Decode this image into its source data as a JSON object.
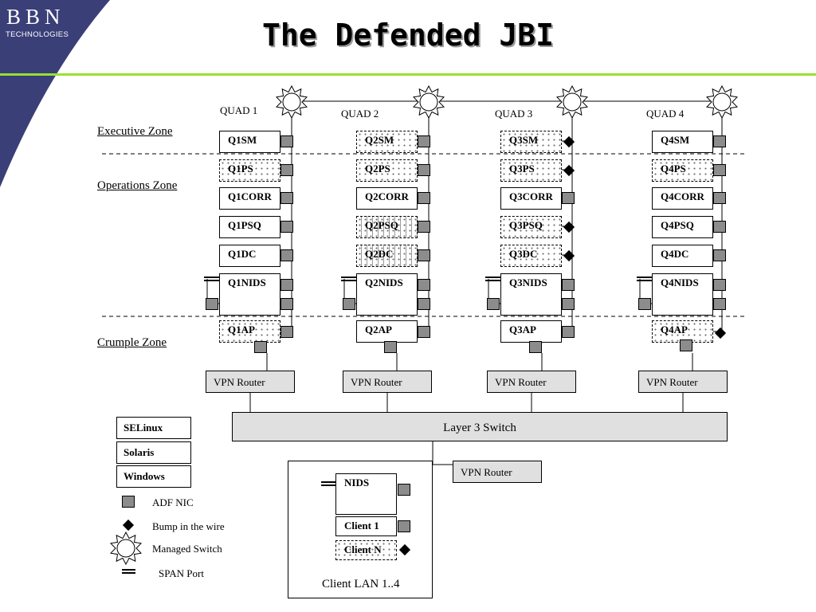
{
  "logo": {
    "main": "BBN",
    "sub": "TECHNOLOGIES"
  },
  "title": "The Defended JBI",
  "zones": {
    "executive": "Executive Zone",
    "operations": "Operations Zone",
    "crumple": "Crumple Zone"
  },
  "quads": [
    {
      "label": "QUAD 1",
      "sm": "Q1SM",
      "ps": "Q1PS",
      "corr": "Q1CORR",
      "psq": "Q1PSQ",
      "dc": "Q1DC",
      "nids": "Q1NIDS",
      "ap": "Q1AP",
      "router": "VPN Router"
    },
    {
      "label": "QUAD 2",
      "sm": "Q2SM",
      "ps": "Q2PS",
      "corr": "Q2CORR",
      "psq": "Q2PSQ",
      "dc": "Q2DC",
      "nids": "Q2NIDS",
      "ap": "Q2AP",
      "router": "VPN Router"
    },
    {
      "label": "QUAD 3",
      "sm": "Q3SM",
      "ps": "Q3PS",
      "corr": "Q3CORR",
      "psq": "Q3PSQ",
      "dc": "Q3DC",
      "nids": "Q3NIDS",
      "ap": "Q3AP",
      "router": "VPN Router"
    },
    {
      "label": "QUAD 4",
      "sm": "Q4SM",
      "ps": "Q4PS",
      "corr": "Q4CORR",
      "psq": "Q4PSQ",
      "dc": "Q4DC",
      "nids": "Q4NIDS",
      "ap": "Q4AP",
      "router": "VPN Router"
    }
  ],
  "layer3_switch": "Layer 3 Switch",
  "client_router": "VPN Router",
  "client_lan": {
    "label": "Client LAN 1..4",
    "nids": "NIDS",
    "client1": "Client 1",
    "clientN": "Client N"
  },
  "legend": {
    "selinux": "SELinux",
    "solaris": "Solaris",
    "windows": "Windows",
    "adf_nic": "ADF NIC",
    "bump": "Bump in the wire",
    "managed_switch": "Managed Switch",
    "span_port": "SPAN Port"
  },
  "colors": {
    "accent_green": "#99e033",
    "banner_navy": "#3a3f78",
    "router_fill": "#e0e0e0",
    "nic_fill": "#8c8c8c"
  }
}
